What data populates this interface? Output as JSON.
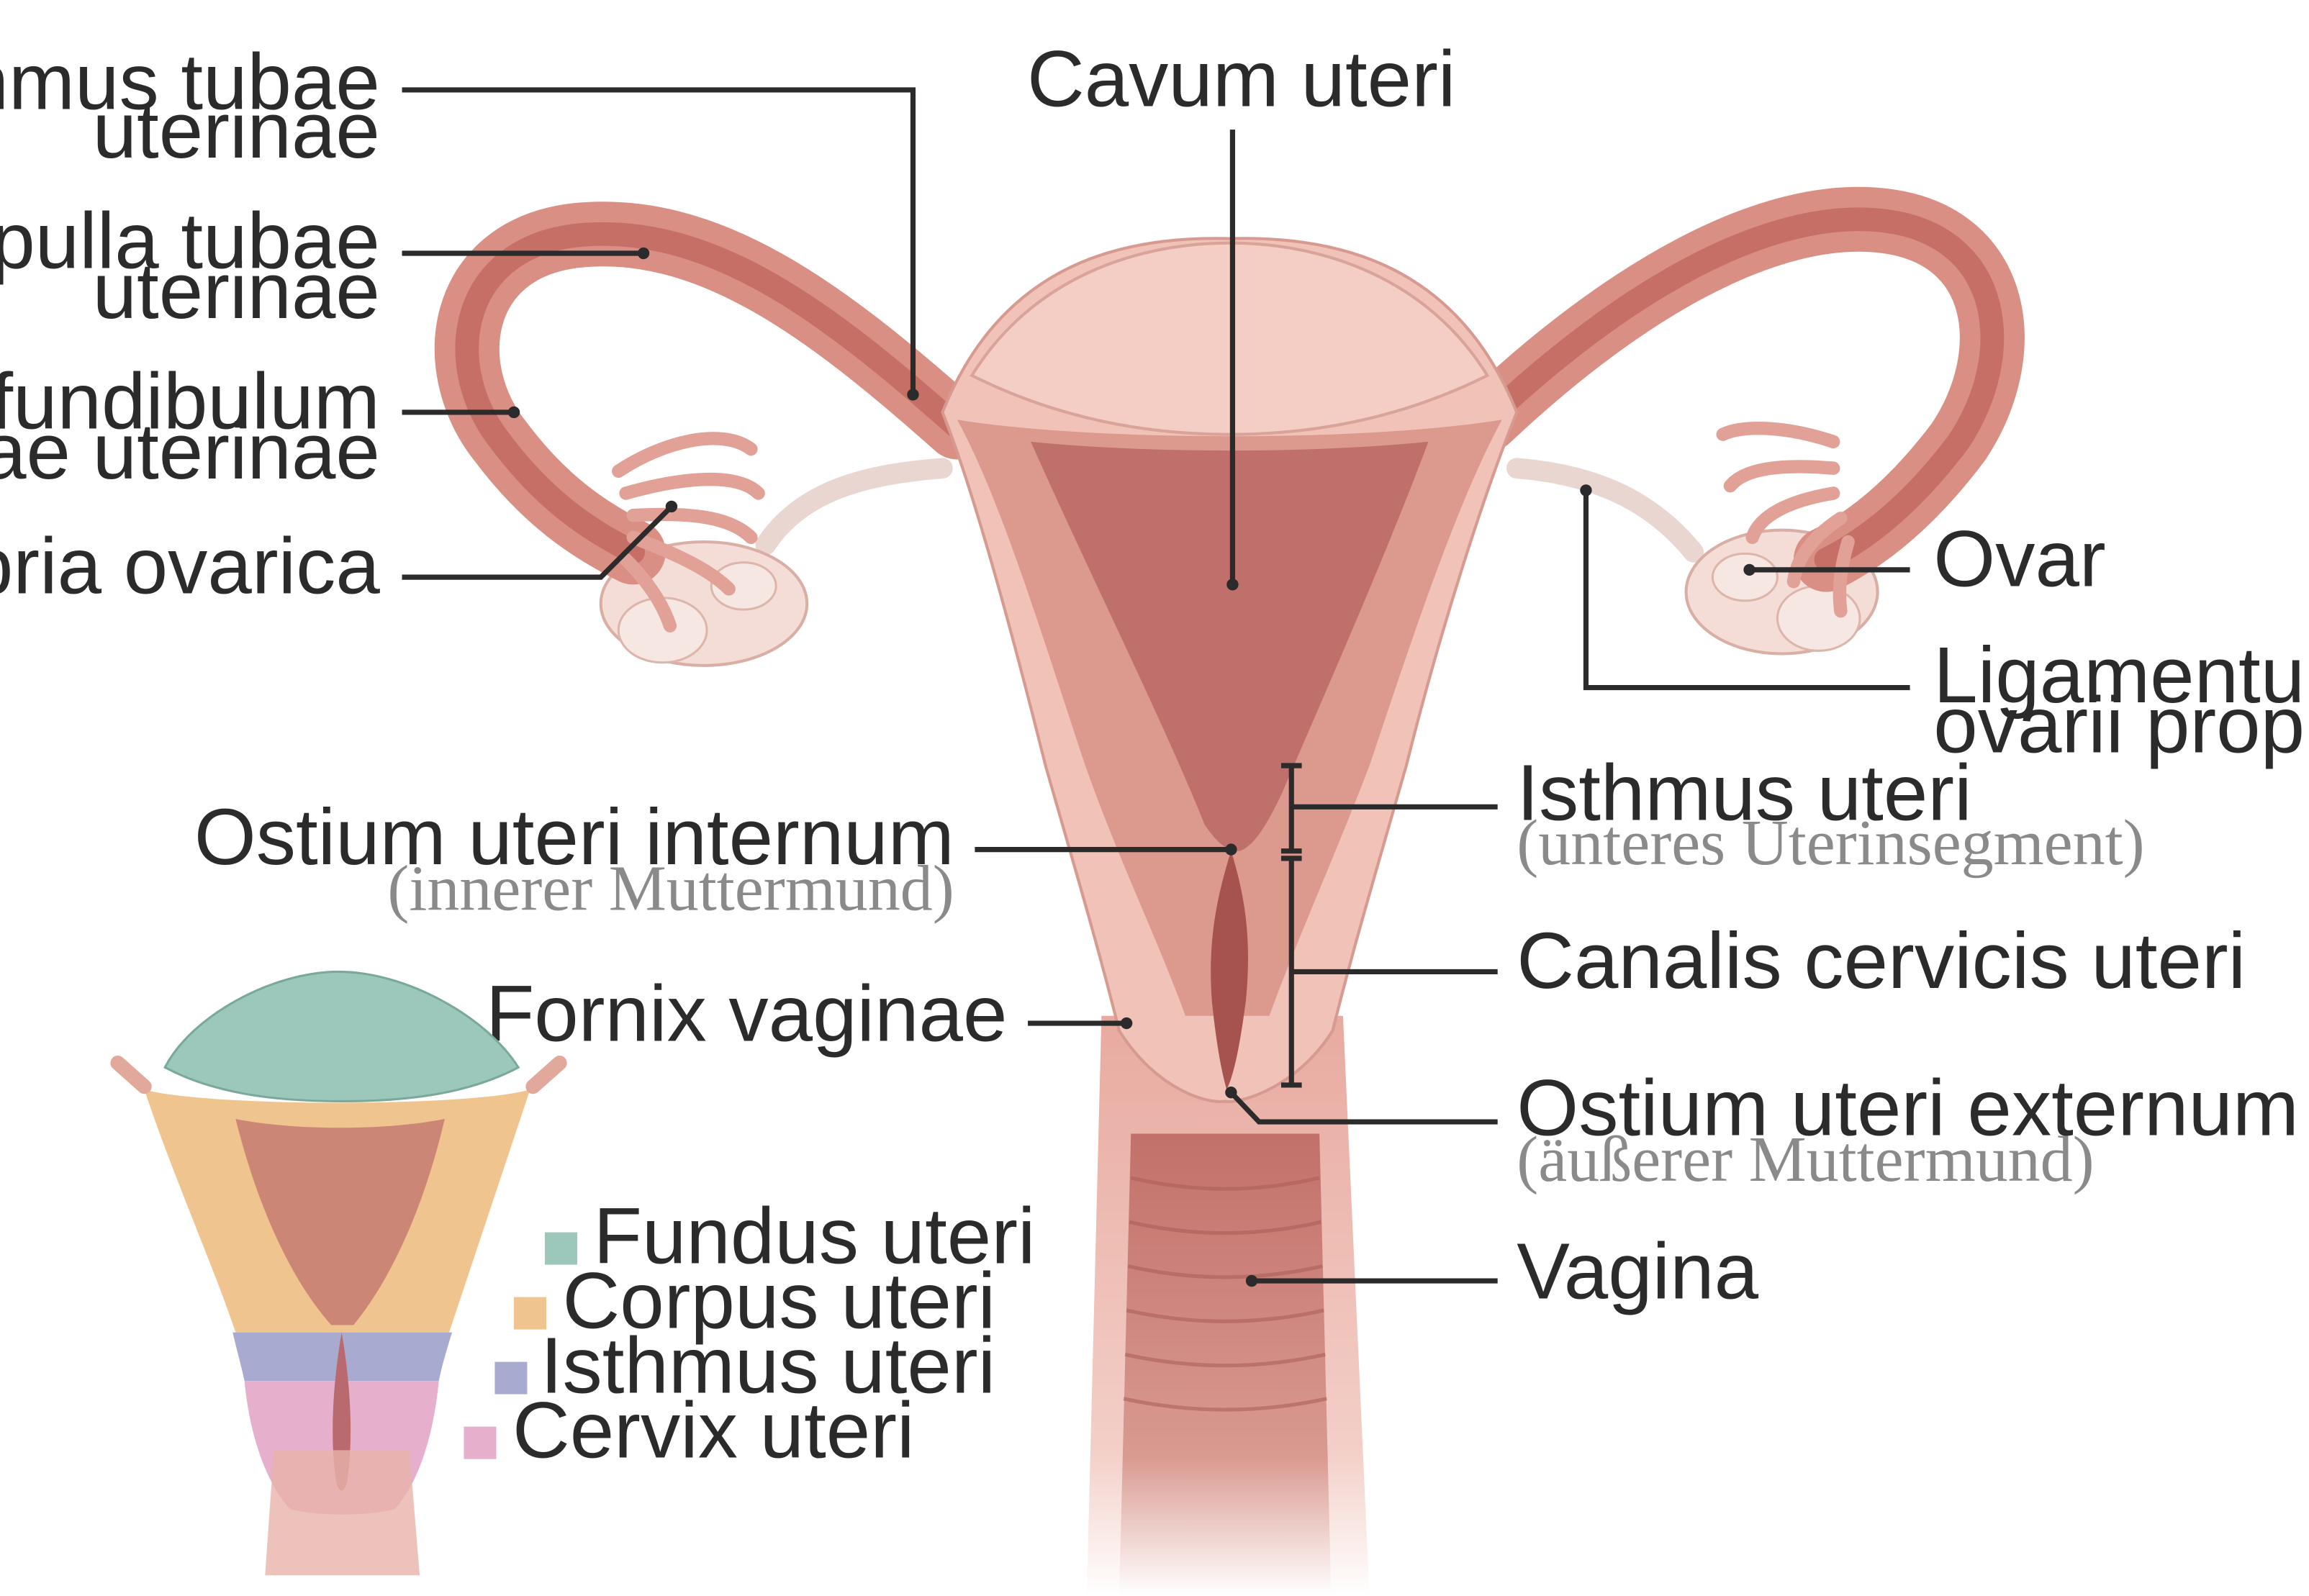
{
  "labels": {
    "isthmus_tubae": [
      "Isthmus tubae",
      "uterinae"
    ],
    "ampulla_tubae": [
      "Ampulla tubae",
      "uterinae"
    ],
    "infundibulum": [
      "Infundibulum",
      "tubae uterinae"
    ],
    "fimbria": "Fimbria ovarica",
    "cavum_uteri": "Cavum uteri",
    "ovar": "Ovar",
    "ligamentum": [
      "Ligamentum",
      "ovarii proprium"
    ],
    "isthmus_uteri": "Isthmus uteri",
    "isthmus_uteri_sub": "(unteres Uterinsegment)",
    "ostium_internum": "Ostium uteri internum",
    "ostium_internum_sub": "(innerer Muttermund)",
    "canalis_cervicis": "Canalis cervicis uteri",
    "fornix": "Fornix vaginae",
    "ostium_externum": "Ostium uteri externum",
    "ostium_externum_sub": "(äußerer Muttermund)",
    "vagina": "Vagina"
  },
  "legend": [
    {
      "label": "Fundus uteri",
      "color": "#9cc8bb"
    },
    {
      "label": "Corpus uteri",
      "color": "#f0c48f"
    },
    {
      "label": "Isthmus uteri",
      "color": "#a8aad0"
    },
    {
      "label": "Cervix uteri",
      "color": "#e6b0cc"
    }
  ],
  "colors": {
    "tissue_light": "#f4cfc6",
    "tissue_mid": "#e3a89c",
    "tissue_dark": "#c97a70",
    "lumen": "#b8625c",
    "ovary": "#f3ddd6"
  }
}
